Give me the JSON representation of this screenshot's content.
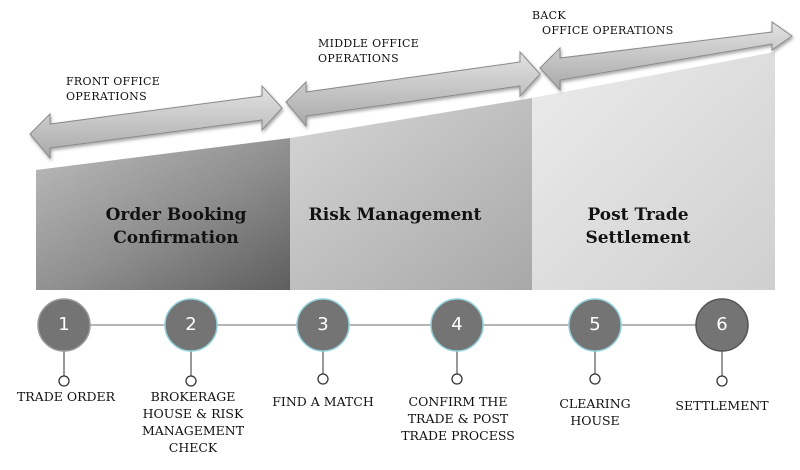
{
  "phases": [
    {
      "arrow_line1": "FRONT OFFICE",
      "arrow_line2": "OPERATIONS",
      "panel_line1": "Order Booking",
      "panel_line2": "Confirmation"
    },
    {
      "arrow_line1": "MIDDLE OFFICE",
      "arrow_line2": "OPERATIONS",
      "panel_line1": "Risk Management",
      "panel_line2": ""
    },
    {
      "arrow_line1": "BACK",
      "arrow_line2": "OFFICE OPERATIONS",
      "panel_line1": "Post Trade",
      "panel_line2": "Settlement"
    }
  ],
  "steps": [
    {
      "number": "1",
      "label_lines": [
        "TRADE ORDER"
      ]
    },
    {
      "number": "2",
      "label_lines": [
        "BROKERAGE",
        "HOUSE & RISK",
        "MANAGEMENT",
        "CHECK"
      ]
    },
    {
      "number": "3",
      "label_lines": [
        "FIND A MATCH"
      ]
    },
    {
      "number": "4",
      "label_lines": [
        "CONFIRM THE",
        "TRADE & POST",
        "TRADE PROCESS"
      ]
    },
    {
      "number": "5",
      "label_lines": [
        "CLEARING",
        "HOUSE"
      ]
    },
    {
      "number": "6",
      "label_lines": [
        "SETTLEMENT"
      ]
    }
  ],
  "colors": {
    "panel_front": "#707070",
    "panel_middle": "#b0b0b0",
    "panel_back": "#d6d6d6",
    "arrow_fill": "#c8c8c8",
    "arrow_stroke": "#8a8a8a",
    "circle_fill": "#747474",
    "circle_ring": "#8fd0d8",
    "timeline": "#b5b5b5"
  }
}
